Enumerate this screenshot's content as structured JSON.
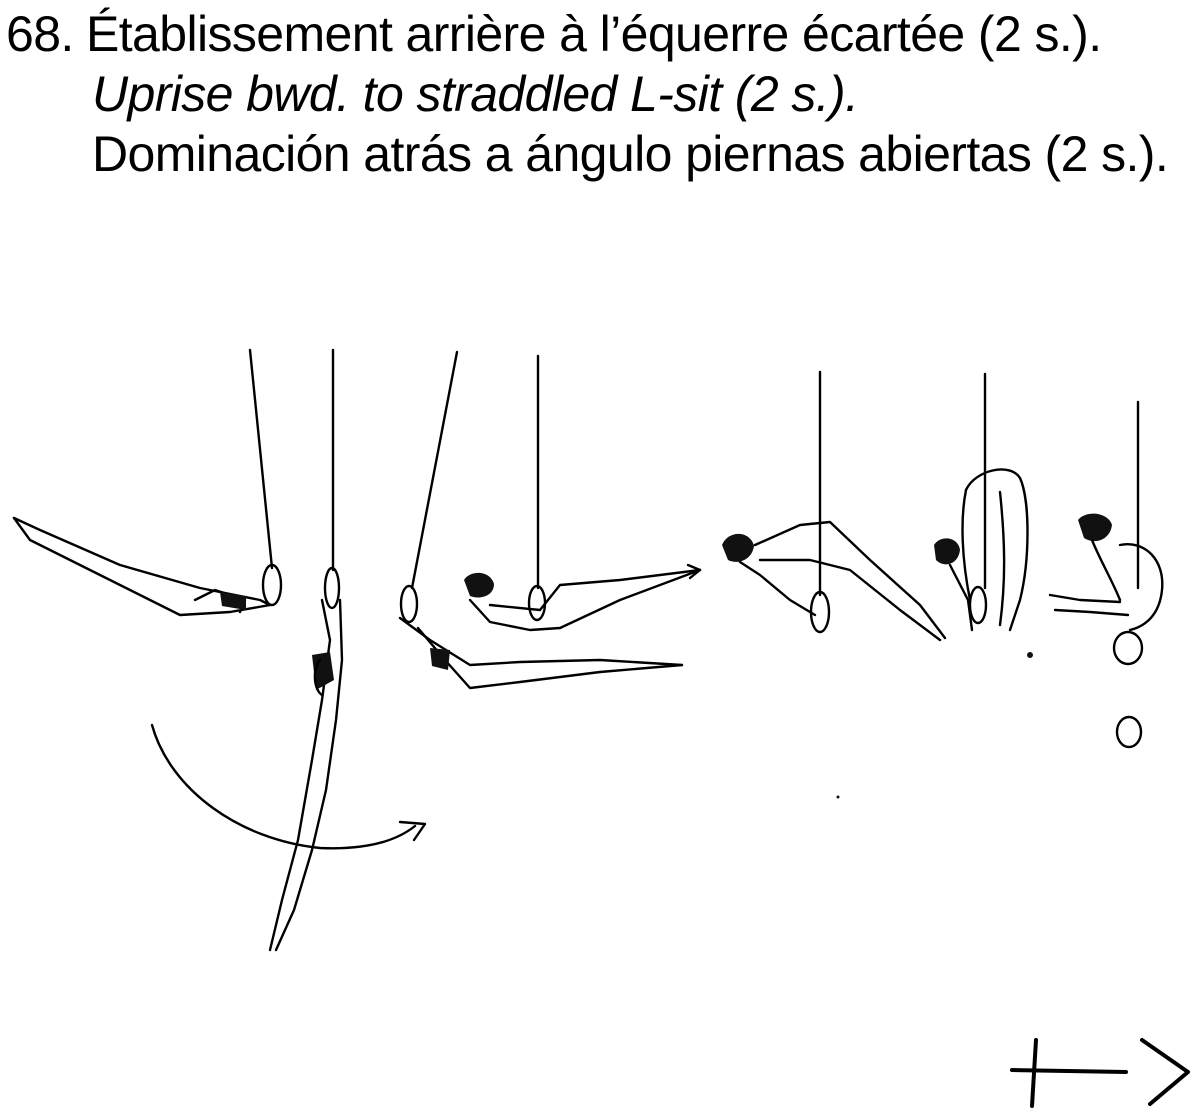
{
  "element": {
    "number": "68.",
    "title_fr": "Établissement arrière à l’équerre écartée (2 s.).",
    "title_en": "Uprise bwd. to straddled L-sit (2 s.).",
    "title_es": "Dominación atrás a ángulo piernas abiertas (2 s.)."
  },
  "illustration": {
    "figures": 7,
    "icons": [
      "swing-direction-arrow",
      "direction-arrow",
      "ring-icon"
    ]
  }
}
